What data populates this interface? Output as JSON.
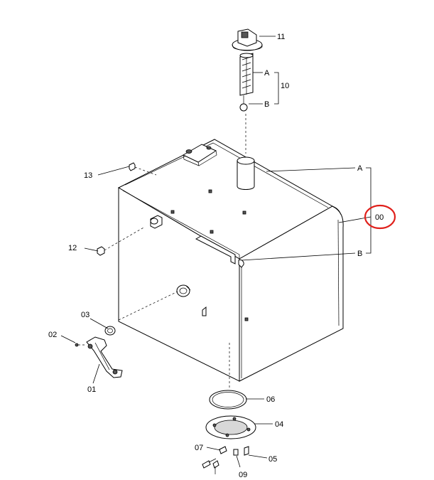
{
  "callouts": {
    "p00": "00",
    "p01": "01",
    "p02": "02",
    "p03": "03",
    "p04": "04",
    "p05": "05",
    "p06": "06",
    "p07": "07",
    "p09": "09",
    "p10": "10",
    "p11": "11",
    "p12": "12",
    "p13": "13"
  },
  "refs": {
    "a_gauge": "A",
    "b_gauge": "B",
    "a_tank": "A",
    "b_tank": "B"
  },
  "highlight": {
    "color": "#e0201b",
    "target": "00"
  }
}
